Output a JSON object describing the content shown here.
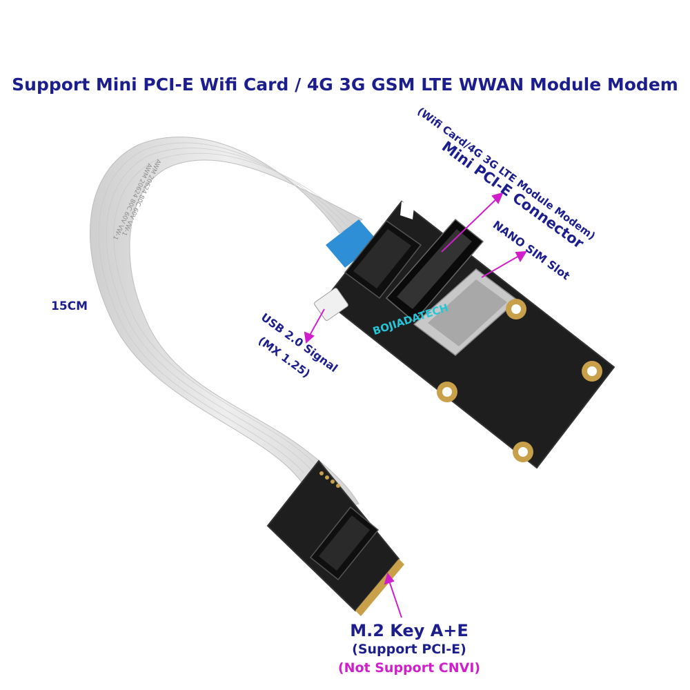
{
  "title": "Support Mini PCI-E Wifi Card / 4G 3G GSM LTE WWAN Module Modem",
  "labels": {
    "cable_length": "15CM",
    "mini_pcie_sub": "(Wifi Card/4G 3G LTE Module Modem)",
    "mini_pcie": "Mini PCI-E Connector",
    "nano_sim": "NANO SIM Slot",
    "usb_signal": "USB 2.0 Signal",
    "usb_connector": "(MX 1.25)",
    "m2_key": "M.2 Key A+E",
    "m2_support": "(Support PCI-E)",
    "m2_not_support": "(Not Support CNVI)",
    "brand": "BOJIADATECH"
  },
  "colors": {
    "label_blue": "#1b1e8c",
    "arrow_magenta": "#d01ecb",
    "pcb": "#1e1e1e",
    "cable": "#e4e4e4",
    "cable_stiffener": "#2f8fd6",
    "brand": "#26c6d8"
  }
}
